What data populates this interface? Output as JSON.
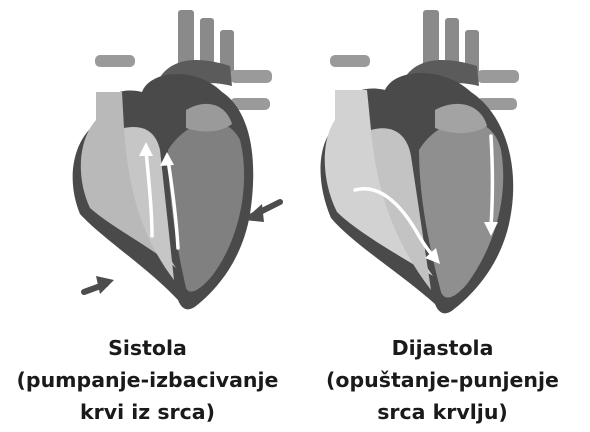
{
  "panels": [
    {
      "title": "Sistola",
      "line2": "(pumpanje-izbacivanje",
      "line3": "krvi iz srca)"
    },
    {
      "title": "Dijastola",
      "line2": "(opuštanje-punjenje",
      "line3": "srca krvlju)"
    }
  ],
  "colors": {
    "dark": "#4a4a4a",
    "mid": "#808080",
    "light": "#b9b9b9",
    "pale": "#d2d2d2",
    "arrow": "#ffffff"
  }
}
